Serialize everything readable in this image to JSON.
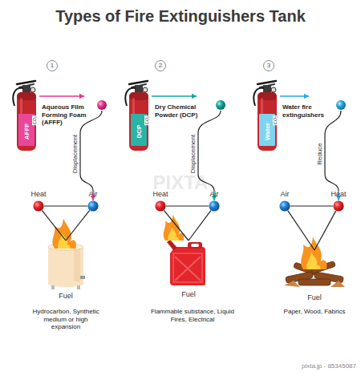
{
  "diagram": {
    "title": "Types of Fire Extinguishers Tank",
    "nodes": [
      {
        "text": [
          "AFFF",
          "CO₂"
        ]
      },
      {
        "text": [
          "Heat"
        ]
      },
      {
        "text": [
          "Air"
        ]
      },
      {
        "text": [
          "Fuel"
        ]
      },
      {
        "text": [
          "DCP",
          "CO₂"
        ]
      },
      {
        "text": [
          "Heat"
        ]
      },
      {
        "text": [
          "Air"
        ]
      },
      {
        "text": [
          "Fuel"
        ]
      },
      {
        "text": [
          "Water",
          "CO₂"
        ]
      },
      {
        "text": [
          "Air"
        ]
      },
      {
        "text": [
          "Heat"
        ]
      },
      {
        "text": [
          "Fuel"
        ]
      }
    ],
    "edges": [
      {
        "from": 0,
        "to": 2,
        "arrow": "to",
        "label": "Displacement"
      },
      {
        "from": 1,
        "to": 2,
        "arrow": "none"
      },
      {
        "from": 1,
        "to": 3,
        "arrow": "none"
      },
      {
        "from": 2,
        "to": 3,
        "arrow": "none"
      },
      {
        "from": 4,
        "to": 6,
        "arrow": "to",
        "label": "Displacement"
      },
      {
        "from": 5,
        "to": 6,
        "arrow": "none"
      },
      {
        "from": 5,
        "to": 7,
        "arrow": "none"
      },
      {
        "from": 6,
        "to": 7,
        "arrow": "none"
      },
      {
        "from": 8,
        "to": 10,
        "arrow": "to",
        "label": "Reduce"
      },
      {
        "from": 9,
        "to": 10,
        "arrow": "none"
      },
      {
        "from": 9,
        "to": 11,
        "arrow": "none"
      },
      {
        "from": 10,
        "to": 11,
        "arrow": "none"
      }
    ],
    "labels": [
      "1",
      "Aqueous Film Forming Foam (AFFF)",
      "2",
      "Dry Chemical Powder (DCP)",
      "3",
      "Water fire extinguishers",
      "PIXTA",
      "Hydrocarbon, Synthetic medium or high expansion",
      "Flammable substance, Liquid Fires, Electrical",
      "Paper, Wood, Fabrics",
      "pixta.jp - 85345087"
    ]
  }
}
